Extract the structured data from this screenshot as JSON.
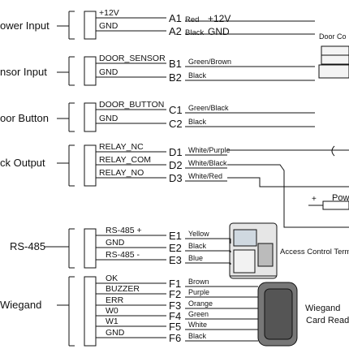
{
  "groups": [
    {
      "title": "ower Input",
      "wires": [
        "+12V",
        "GND"
      ],
      "terms": [
        "A1",
        "A2"
      ],
      "colors": [
        "Red",
        "Black"
      ],
      "extra": [
        "+12V",
        "GND"
      ]
    },
    {
      "title": "nsor  Input",
      "wires": [
        "DOOR_SENSOR",
        "GND"
      ],
      "terms": [
        "B1",
        "B2"
      ],
      "colors": [
        "Green/Brown",
        "Black"
      ]
    },
    {
      "title": "oor Button",
      "wires": [
        "DOOR_BUTTON",
        "GND"
      ],
      "terms": [
        "C1",
        "C2"
      ],
      "colors": [
        "Green/Black",
        "Black"
      ]
    },
    {
      "title": "ck Output",
      "wires": [
        "RELAY_NC",
        "RELAY_COM",
        "RELAY_NO"
      ],
      "terms": [
        "D1",
        "D2",
        "D3"
      ],
      "colors": [
        "White/Purple",
        "White/Black",
        "White/Red"
      ]
    },
    {
      "title": "RS-485",
      "wires": [
        "RS-485 +",
        "GND",
        "RS-485 -"
      ],
      "terms": [
        "E1",
        "E2",
        "E3"
      ],
      "colors": [
        "Yellow",
        "Black",
        "Blue"
      ]
    },
    {
      "title": "Wiegand",
      "wires": [
        "OK",
        "BUZZER",
        "ERR",
        "W0",
        "W1",
        "GND"
      ],
      "terms": [
        "F1",
        "F2",
        "F3",
        "F4",
        "F5",
        "F6"
      ],
      "colors": [
        "Brown",
        "Purple",
        "Orange",
        "Green",
        "White",
        "Black"
      ]
    }
  ],
  "labels": {
    "door_contact": "Door Co",
    "power_label": "Pow",
    "plus": "+",
    "minus": "-",
    "terminal_label": "Access Control Term",
    "reader_label_1": "Wiegand",
    "reader_label_2": "Card Read"
  }
}
